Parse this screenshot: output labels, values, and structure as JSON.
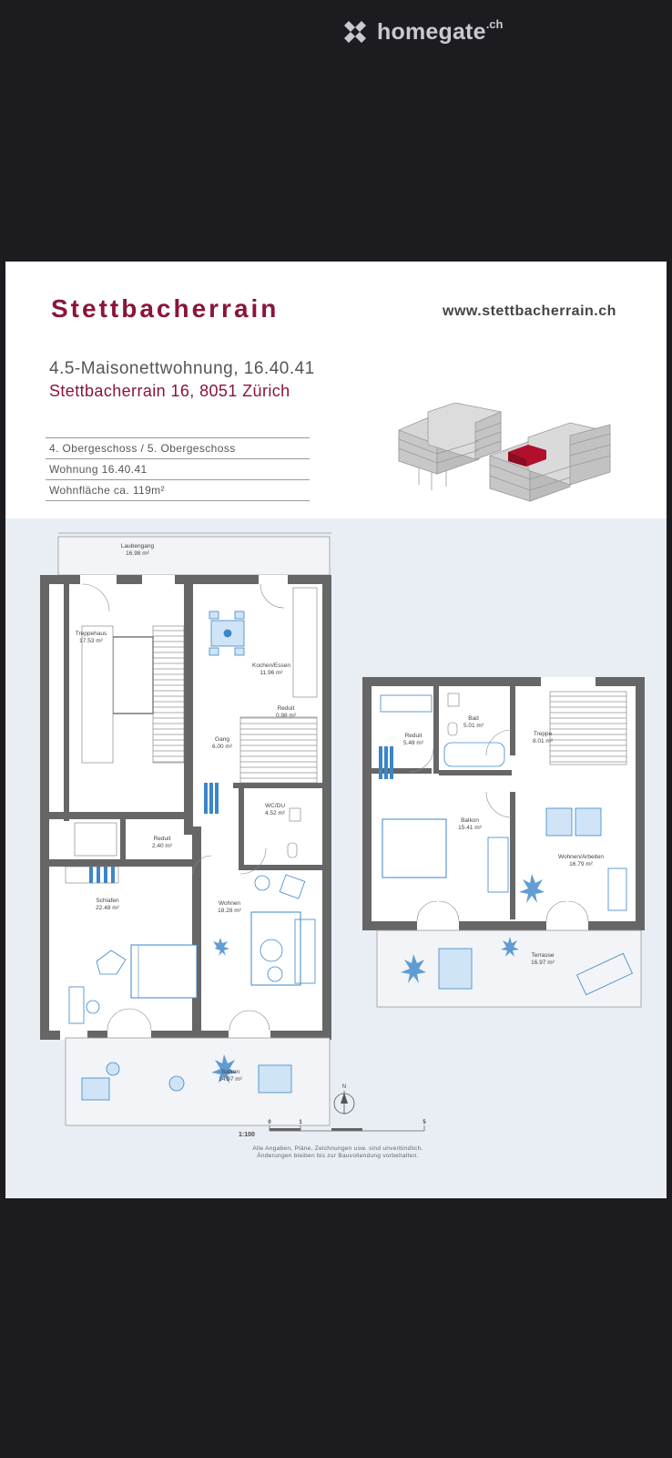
{
  "app": {
    "logo_text": "homegate",
    "logo_tld": ".ch",
    "logo_icon": "homegate-cross-icon"
  },
  "document": {
    "brand": "Stettbacherrain",
    "website": "www.stettbacherrain.ch",
    "subtitle": "4.5-Maisonettwohnung, 16.40.41",
    "address": "Stettbacherrain 16, 8051 Zürich",
    "info_rows": [
      "4. Obergeschoss / 5. Obergeschoss",
      "Wohnung 16.40.41",
      "Wohnfläche ca. 119m²"
    ],
    "highlight_color": "#b0102c",
    "accent_color": "#8a1538"
  },
  "plan_left": {
    "rooms": [
      {
        "name": "Laubengang",
        "area": "16.98 m²"
      },
      {
        "name": "Treppehaus",
        "area": "17.53 m²"
      },
      {
        "name": "Kochen/Essen",
        "area": "11.96 m²"
      },
      {
        "name": "Reduit",
        "area": "0.98 m²"
      },
      {
        "name": "Gang",
        "area": "6.00 m²"
      },
      {
        "name": "WC/DU",
        "area": "4.52 m²"
      },
      {
        "name": "Reduit",
        "area": "2.40 m²"
      },
      {
        "name": "Schlafen",
        "area": "22.48 m²"
      },
      {
        "name": "Wohnen",
        "area": "18.28 m²"
      },
      {
        "name": "Balkon",
        "area": "14.97 m²"
      }
    ]
  },
  "plan_right": {
    "rooms": [
      {
        "name": "Reduit",
        "area": "5.48 m²"
      },
      {
        "name": "Bad",
        "area": "5.01 m²"
      },
      {
        "name": "Treppe",
        "area": "8.01 m²"
      },
      {
        "name": "Balkon",
        "area": "15.41 m²"
      },
      {
        "name": "Wohnen/Arbeiten",
        "area": "16.79 m²"
      },
      {
        "name": "Terrasse",
        "area": "16.97 m²"
      }
    ]
  },
  "legend": {
    "north": "N",
    "scale": "1:100",
    "scale_ticks": [
      "0",
      "1",
      "5"
    ],
    "disclaimer_1": "Alle Angaben, Pläne, Zeichnungen usw. sind unverbindlich.",
    "disclaimer_2": "Änderungen bleiben bis zur Bauvollendung vorbehalten."
  }
}
